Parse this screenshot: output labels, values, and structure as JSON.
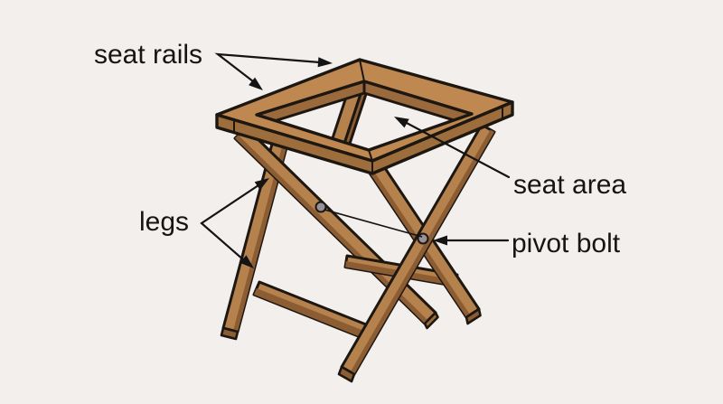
{
  "diagram": {
    "background": "#f3efec",
    "annotation_color": "#141414",
    "text_color": "#171513",
    "labels": {
      "seat_rails": "seat rails",
      "seat_area": "seat area",
      "legs": "legs",
      "pivot_bolt": "pivot bolt"
    },
    "colors": {
      "outline": "#1d1712",
      "wood_top": "#bf8851",
      "wood_light": "#b5814c",
      "wood_mid": "#9e6d3c",
      "wood_dark": "#8c5c33",
      "wood_inner": "#9a6a3c",
      "bolt": "#97929a"
    }
  }
}
